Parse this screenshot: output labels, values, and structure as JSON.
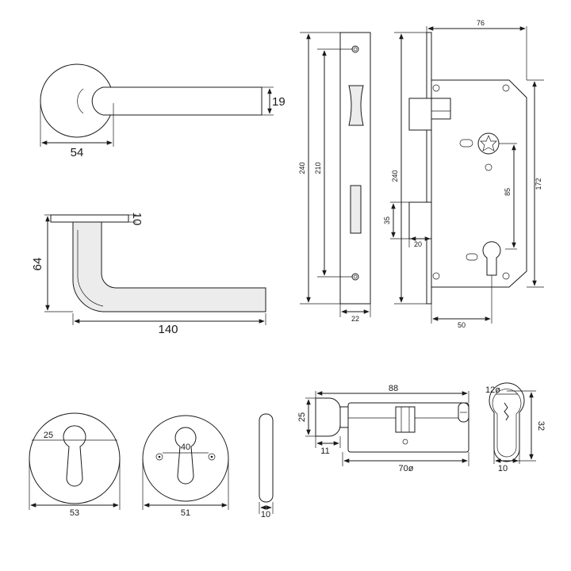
{
  "lever_top": {
    "width": "54",
    "thickness": "19"
  },
  "lever_side": {
    "height": "64",
    "rose_thickness": "10",
    "length": "140"
  },
  "faceplate": {
    "height": "240",
    "inner_height": "210",
    "width": "22"
  },
  "lockbody": {
    "height": "240",
    "depth": "76",
    "inner_height": "172",
    "center": "85",
    "latch_height": "35",
    "latch_width": "20",
    "backset": "50"
  },
  "escutcheons": {
    "euro_diameter": "53",
    "euro_hole": "25",
    "screw_diameter": "51",
    "screw_spacing": "40",
    "thickness": "10"
  },
  "cylinder": {
    "total_length": "88",
    "knob_height": "25",
    "knob_length": "11",
    "body_length": "70ø",
    "diameter": "12ø",
    "profile_height": "32",
    "profile_width": "10"
  },
  "colors": {
    "line": "#1a1a1a",
    "fill": "#ffffff",
    "shade": "#ececec"
  }
}
